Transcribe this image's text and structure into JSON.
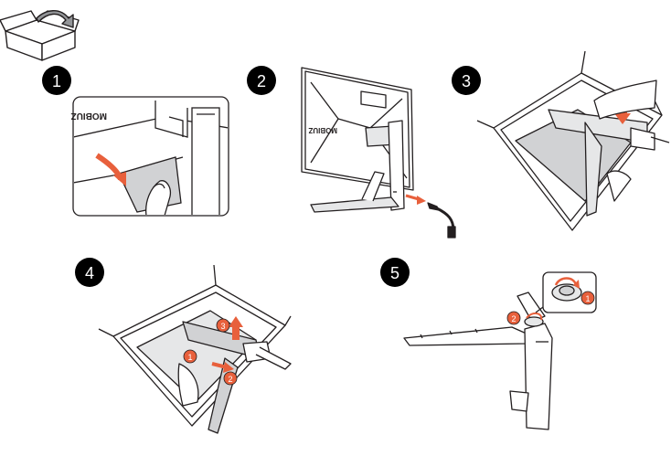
{
  "colors": {
    "line": "#231f20",
    "badge": "#000000",
    "accent": "#e8603c",
    "panel_gray": "#d1d2d4",
    "light_gray": "#e6e7e8",
    "bg": "#ffffff"
  },
  "icons": {
    "unpack": "open-box-arrow-icon"
  },
  "steps": [
    {
      "number": "1",
      "product_text": "MOBIUZ"
    },
    {
      "number": "2",
      "product_text": "MOBIUZ"
    },
    {
      "number": "3"
    },
    {
      "number": "4",
      "callouts": [
        "1",
        "2",
        "3"
      ]
    },
    {
      "number": "5",
      "callouts": [
        "1",
        "2"
      ]
    }
  ]
}
